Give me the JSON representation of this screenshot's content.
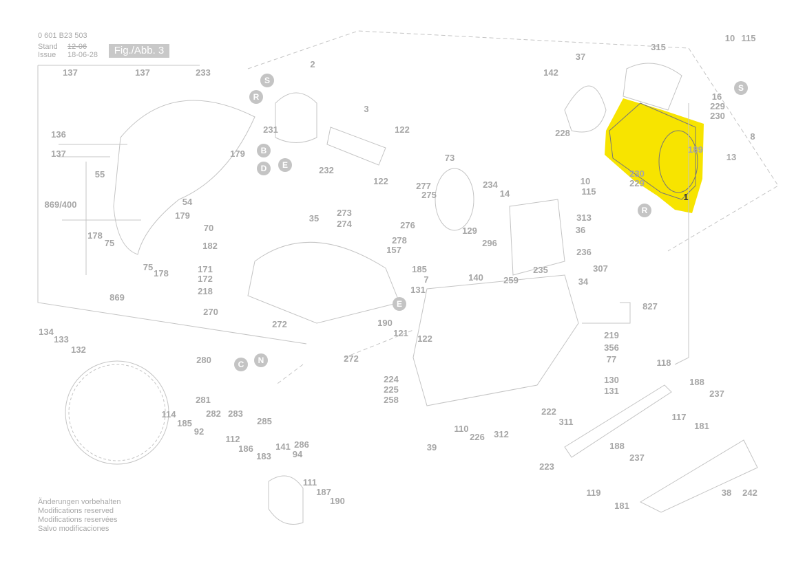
{
  "header": {
    "doc_number": "0 601 B23 503",
    "stand_label": "Stand",
    "issue_label": "Issue",
    "stand_date": "12-06",
    "issue_date": "18-06-28",
    "figure_label": "Fig./Abb. 3"
  },
  "highlight_color": "#f7e400",
  "highlighted_part": "1",
  "callouts": [
    "137",
    "137",
    "233",
    "136",
    "137",
    "55",
    "869/400",
    "178",
    "75",
    "75",
    "178",
    "869",
    "179",
    "54",
    "179",
    "70",
    "182",
    "171",
    "172",
    "218",
    "270",
    "272",
    "2",
    "231",
    "232",
    "3",
    "122",
    "122",
    "277",
    "275",
    "273",
    "274",
    "276",
    "278",
    "157",
    "35",
    "73",
    "234",
    "14",
    "313",
    "36",
    "129",
    "296",
    "236",
    "235",
    "307",
    "185",
    "7",
    "140",
    "259",
    "34",
    "131",
    "827",
    "190",
    "121",
    "122",
    "272",
    "219",
    "356",
    "77",
    "130",
    "131",
    "224",
    "225",
    "258",
    "222",
    "311",
    "110",
    "226",
    "312",
    "39",
    "223",
    "118",
    "188",
    "237",
    "117",
    "181",
    "188",
    "237",
    "119",
    "181",
    "38",
    "242",
    "134",
    "133",
    "132",
    "280",
    "281",
    "282",
    "283",
    "285",
    "286",
    "114",
    "185",
    "92",
    "112",
    "186",
    "141",
    "94",
    "183",
    "111",
    "187",
    "190",
    "37",
    "142",
    "315",
    "10",
    "115",
    "16",
    "229",
    "230",
    "228",
    "8",
    "189",
    "13",
    "10",
    "115",
    "230",
    "229",
    "1"
  ],
  "markers": [
    "S",
    "R",
    "B",
    "D",
    "E",
    "S",
    "R",
    "E",
    "C",
    "N"
  ],
  "footer": [
    "Änderungen vorbehalten",
    "Modifications reserved",
    "Modifications reservées",
    "Salvo modificaciones"
  ]
}
